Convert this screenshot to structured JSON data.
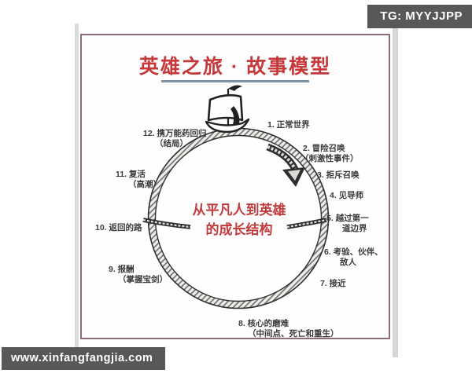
{
  "badges": {
    "telegram": "TG: MYYJJPP",
    "website": "www.xinfangfangjia.com"
  },
  "title": "英雄之旅 · 故事模型",
  "diagram": {
    "center_line1": "从平凡人到英雄",
    "center_line2": "的成长结构",
    "stages": [
      {
        "line1": "1.  正常世界"
      },
      {
        "line1": "2.  冒险召唤",
        "line2": "（刺激性事件）"
      },
      {
        "line1": "3.  拒斥召唤"
      },
      {
        "line1": "4.  见导师"
      },
      {
        "line1": "5.  越过第一",
        "line2": "道边界"
      },
      {
        "line1": "6.  考验、伙伴、",
        "line2": "敌人"
      },
      {
        "line1": "7.  接近"
      },
      {
        "line1": "8.  核心的磨难",
        "line2": "（中间点、死亡和重生）"
      },
      {
        "line1": "9.  报酬",
        "line2": "（掌握宝剑）"
      },
      {
        "line1": "10.  返回的路"
      },
      {
        "line1": "11.  复活",
        "line2": "（高潮）"
      },
      {
        "line1": "12.  携万能药回归",
        "line2": "（结局）"
      }
    ],
    "icons": {
      "ship": "sailboat-illustration",
      "direction_arrow": "clockwise-curved-arrow"
    }
  },
  "colors": {
    "accent_red": "#c5393b",
    "title_rule_blue": "#7e93a5",
    "badge_bg": "#58585a",
    "frame_border": "#8d6e72",
    "ink": "#3a3a3a"
  }
}
